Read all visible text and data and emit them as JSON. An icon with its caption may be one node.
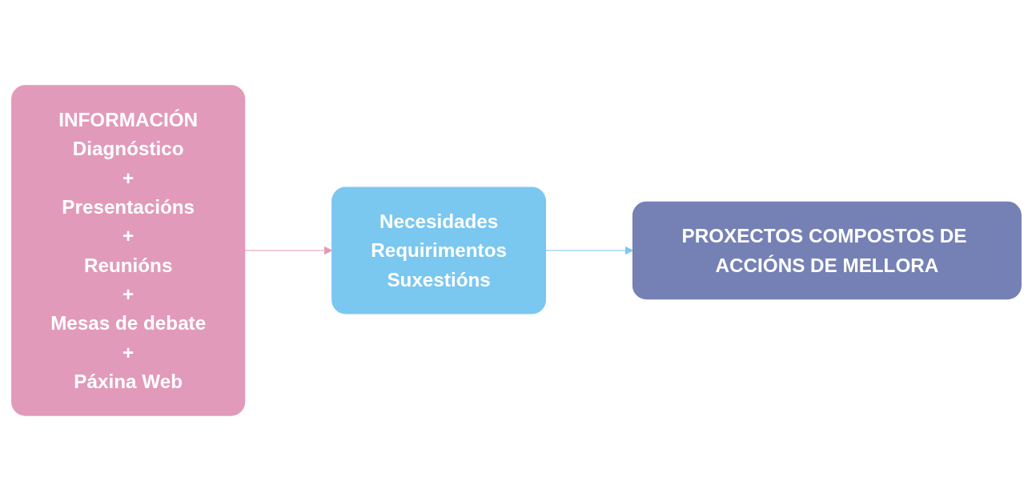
{
  "diagram": {
    "nodes": [
      {
        "text": [
          "INFORMACIÓN",
          "Diagnóstico",
          "+",
          "Presentacións",
          "+",
          "Reunións",
          "+",
          "Mesas de debate",
          "+",
          "Páxina Web"
        ]
      },
      {
        "text": [
          "Necesidades",
          "Requirimentos",
          "Suxestións"
        ]
      },
      {
        "text": [
          "PROXECTOS COMPOSTOS DE ACCIÓNS DE MELLORA"
        ]
      }
    ],
    "edges": [
      {
        "from": 0,
        "to": 1,
        "arrow": "to",
        "color": "#e29aba"
      },
      {
        "from": 1,
        "to": 2,
        "arrow": "to",
        "color": "#7ac7f0"
      }
    ]
  }
}
